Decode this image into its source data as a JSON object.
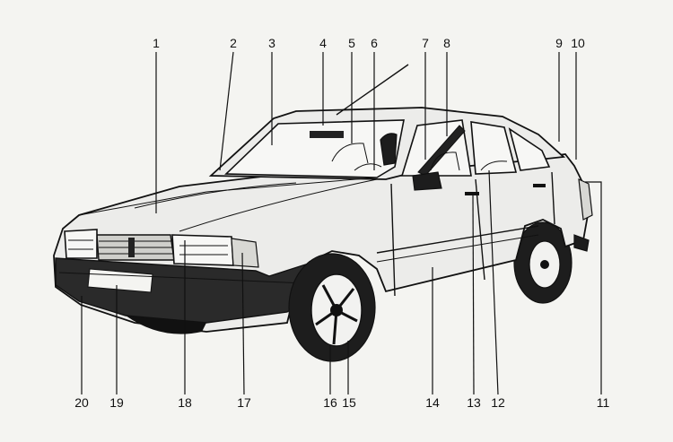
{
  "figure": {
    "labels": [
      "1",
      "2",
      "3",
      "4",
      "5",
      "6",
      "7",
      "8",
      "9",
      "10",
      "11",
      "12",
      "13",
      "14",
      "15",
      "16",
      "17",
      "18",
      "19",
      "20"
    ]
  },
  "colors": {
    "ink": "#111111",
    "paper": "#f4f4f1"
  }
}
